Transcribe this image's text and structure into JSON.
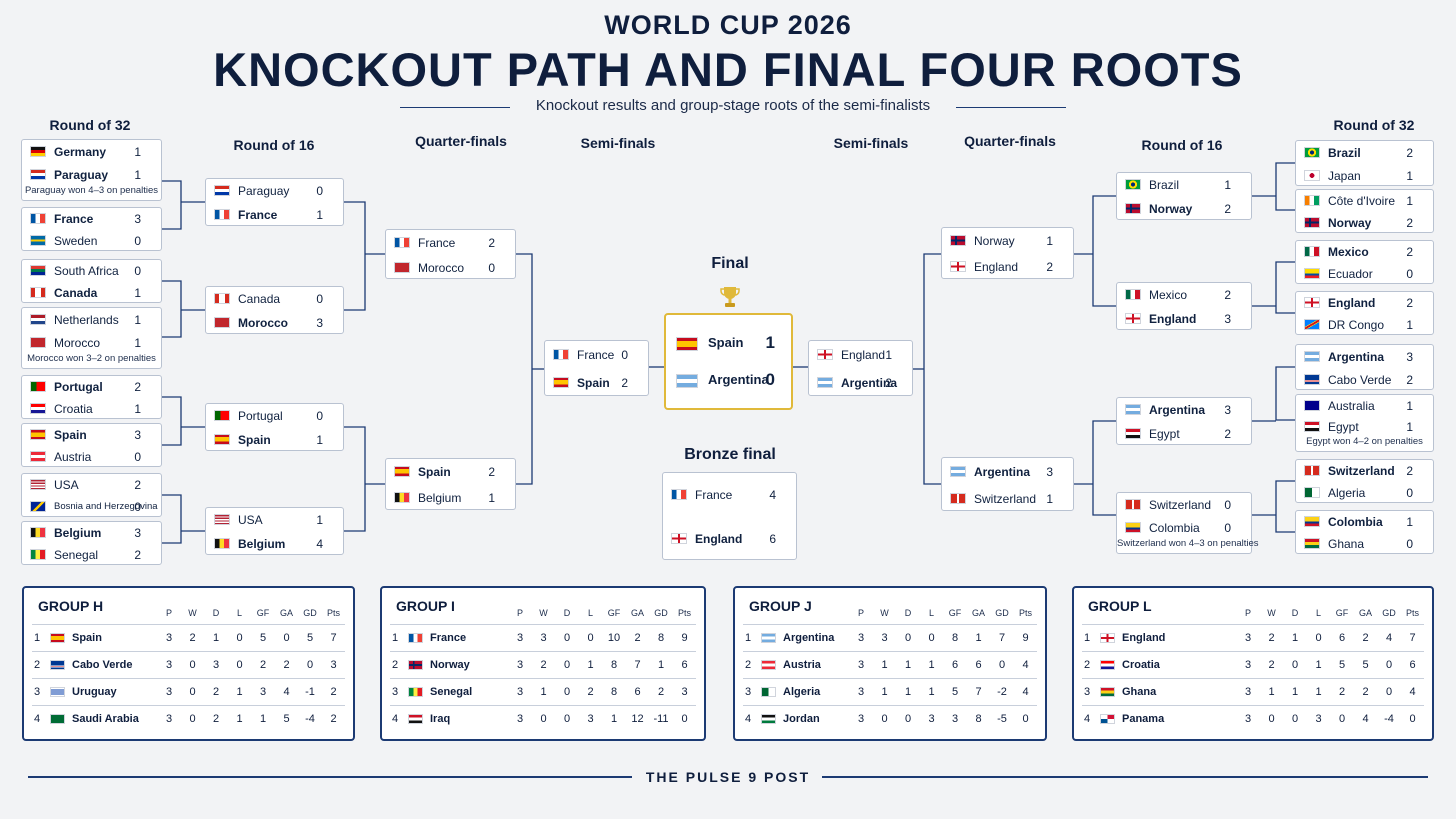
{
  "header": {
    "supertitle": "WORLD CUP 2026",
    "title": "KNOCKOUT PATH AND FINAL FOUR ROOTS",
    "subtitle": "Knockout results and group-stage roots of the semi-finalists"
  },
  "rounds": {
    "r32_left": "Round of 32",
    "r16_left": "Round of 16",
    "qf_left": "Quarter-finals",
    "sf_left": "Semi-finals",
    "sf_right": "Semi-finals",
    "qf_right": "Quarter-finals",
    "r16_right": "Round of 16",
    "r32_right": "Round of 32",
    "final": "Final",
    "bronze": "Bronze final"
  },
  "colors": {
    "navy": "#0f1e3d",
    "line": "#1c3a73",
    "gold": "#e0b93a"
  },
  "matches": [
    {
      "id": "l32a",
      "teams": [
        {
          "name": "Germany",
          "score": "1",
          "flag": "germany",
          "win": true
        },
        {
          "name": "Paraguay",
          "score": "1",
          "flag": "paraguay",
          "win": true
        }
      ],
      "note": "Paraguay won 4–3 on penalties"
    },
    {
      "id": "l32b",
      "teams": [
        {
          "name": "France",
          "score": "3",
          "flag": "france",
          "win": true
        },
        {
          "name": "Sweden",
          "score": "0",
          "flag": "sweden",
          "win": false
        }
      ]
    },
    {
      "id": "l32c",
      "teams": [
        {
          "name": "South Africa",
          "score": "0",
          "flag": "south-africa",
          "win": false
        },
        {
          "name": "Canada",
          "score": "1",
          "flag": "canada",
          "win": true
        }
      ]
    },
    {
      "id": "l32d",
      "teams": [
        {
          "name": "Netherlands",
          "score": "1",
          "flag": "netherlands",
          "win": false
        },
        {
          "name": "Morocco",
          "score": "1",
          "flag": "morocco",
          "win": false
        }
      ],
      "note": "Morocco won 3–2 on penalties"
    },
    {
      "id": "l32e",
      "teams": [
        {
          "name": "Portugal",
          "score": "2",
          "flag": "portugal",
          "win": true
        },
        {
          "name": "Croatia",
          "score": "1",
          "flag": "croatia",
          "win": false
        }
      ]
    },
    {
      "id": "l32f",
      "teams": [
        {
          "name": "Spain",
          "score": "3",
          "flag": "spain",
          "win": true
        },
        {
          "name": "Austria",
          "score": "0",
          "flag": "austria",
          "win": false
        }
      ]
    },
    {
      "id": "l32g",
      "teams": [
        {
          "name": "USA",
          "score": "2",
          "flag": "usa",
          "win": false
        },
        {
          "name": "Bosnia and Herzegovina",
          "score": "0",
          "flag": "bosnia",
          "win": false
        }
      ]
    },
    {
      "id": "l32h",
      "teams": [
        {
          "name": "Belgium",
          "score": "3",
          "flag": "belgium",
          "win": true
        },
        {
          "name": "Senegal",
          "score": "2",
          "flag": "senegal",
          "win": false
        }
      ]
    },
    {
      "id": "l16a",
      "teams": [
        {
          "name": "Paraguay",
          "score": "0",
          "flag": "paraguay",
          "win": false
        },
        {
          "name": "France",
          "score": "1",
          "flag": "france",
          "win": true
        }
      ]
    },
    {
      "id": "l16b",
      "teams": [
        {
          "name": "Canada",
          "score": "0",
          "flag": "canada",
          "win": false
        },
        {
          "name": "Morocco",
          "score": "3",
          "flag": "morocco",
          "win": true
        }
      ]
    },
    {
      "id": "l16c",
      "teams": [
        {
          "name": "Portugal",
          "score": "0",
          "flag": "portugal",
          "win": false
        },
        {
          "name": "Spain",
          "score": "1",
          "flag": "spain",
          "win": true
        }
      ]
    },
    {
      "id": "l16d",
      "teams": [
        {
          "name": "USA",
          "score": "1",
          "flag": "usa",
          "win": false
        },
        {
          "name": "Belgium",
          "score": "4",
          "flag": "belgium",
          "win": true
        }
      ]
    },
    {
      "id": "lqfa",
      "teams": [
        {
          "name": "France",
          "score": "2",
          "flag": "france",
          "win": false
        },
        {
          "name": "Morocco",
          "score": "0",
          "flag": "morocco",
          "win": false
        }
      ]
    },
    {
      "id": "lqfb",
      "teams": [
        {
          "name": "Spain",
          "score": "2",
          "flag": "spain",
          "win": true
        },
        {
          "name": "Belgium",
          "score": "1",
          "flag": "belgium",
          "win": false
        }
      ]
    },
    {
      "id": "lsf",
      "teams": [
        {
          "name": "France",
          "score": "0",
          "flag": "france",
          "win": false
        },
        {
          "name": "Spain",
          "score": "2",
          "flag": "spain",
          "win": true
        }
      ]
    },
    {
      "id": "rsf",
      "teams": [
        {
          "name": "England",
          "score": "1",
          "flag": "england",
          "win": false
        },
        {
          "name": "Argentina",
          "score": "2",
          "flag": "argentina",
          "win": true
        }
      ]
    },
    {
      "id": "rqfa",
      "teams": [
        {
          "name": "Norway",
          "score": "1",
          "flag": "norway",
          "win": false
        },
        {
          "name": "England",
          "score": "2",
          "flag": "england",
          "win": false
        }
      ]
    },
    {
      "id": "rqfb",
      "teams": [
        {
          "name": "Argentina",
          "score": "3",
          "flag": "argentina",
          "win": true
        },
        {
          "name": "Switzerland",
          "score": "1",
          "flag": "switzerland",
          "win": false
        }
      ]
    },
    {
      "id": "r16a",
      "teams": [
        {
          "name": "Brazil",
          "score": "1",
          "flag": "brazil",
          "win": false
        },
        {
          "name": "Norway",
          "score": "2",
          "flag": "norway",
          "win": true
        }
      ]
    },
    {
      "id": "r16b",
      "teams": [
        {
          "name": "Mexico",
          "score": "2",
          "flag": "mexico",
          "win": false
        },
        {
          "name": "England",
          "score": "3",
          "flag": "england",
          "win": true
        }
      ]
    },
    {
      "id": "r16c",
      "teams": [
        {
          "name": "Argentina",
          "score": "3",
          "flag": "argentina",
          "win": true
        },
        {
          "name": "Egypt",
          "score": "2",
          "flag": "egypt",
          "win": false
        }
      ]
    },
    {
      "id": "r16d",
      "teams": [
        {
          "name": "Switzerland",
          "score": "0",
          "flag": "switzerland",
          "win": false
        },
        {
          "name": "Colombia",
          "score": "0",
          "flag": "colombia",
          "win": false
        }
      ],
      "note": "Switzerland won 4–3 on penalties"
    },
    {
      "id": "r32a",
      "teams": [
        {
          "name": "Brazil",
          "score": "2",
          "flag": "brazil",
          "win": true
        },
        {
          "name": "Japan",
          "score": "1",
          "flag": "japan",
          "win": false
        }
      ]
    },
    {
      "id": "r32b",
      "teams": [
        {
          "name": "Côte d'Ivoire",
          "score": "1",
          "flag": "ivory-coast",
          "win": false
        },
        {
          "name": "Norway",
          "score": "2",
          "flag": "norway",
          "win": true
        }
      ]
    },
    {
      "id": "r32c",
      "teams": [
        {
          "name": "Mexico",
          "score": "2",
          "flag": "mexico",
          "win": true
        },
        {
          "name": "Ecuador",
          "score": "0",
          "flag": "ecuador",
          "win": false
        }
      ]
    },
    {
      "id": "r32d",
      "teams": [
        {
          "name": "England",
          "score": "2",
          "flag": "england",
          "win": true
        },
        {
          "name": "DR Congo",
          "score": "1",
          "flag": "dr-congo",
          "win": false
        }
      ]
    },
    {
      "id": "r32e",
      "teams": [
        {
          "name": "Argentina",
          "score": "3",
          "flag": "argentina",
          "win": true
        },
        {
          "name": "Cabo Verde",
          "score": "2",
          "flag": "cabo-verde",
          "win": false
        }
      ]
    },
    {
      "id": "r32f",
      "teams": [
        {
          "name": "Australia",
          "score": "1",
          "flag": "australia",
          "win": false
        },
        {
          "name": "Egypt",
          "score": "1",
          "flag": "egypt",
          "win": false
        }
      ],
      "note": "Egypt won 4–2 on penalties"
    },
    {
      "id": "r32g",
      "teams": [
        {
          "name": "Switzerland",
          "score": "2",
          "flag": "switzerland",
          "win": true
        },
        {
          "name": "Algeria",
          "score": "0",
          "flag": "algeria",
          "win": false
        }
      ]
    },
    {
      "id": "r32h",
      "teams": [
        {
          "name": "Colombia",
          "score": "1",
          "flag": "colombia",
          "win": true
        },
        {
          "name": "Ghana",
          "score": "0",
          "flag": "ghana",
          "win": false
        }
      ]
    },
    {
      "id": "bronze",
      "teams": [
        {
          "name": "France",
          "score": "4",
          "flag": "france",
          "win": false
        },
        {
          "name": "England",
          "score": "6",
          "flag": "england",
          "win": true
        }
      ]
    }
  ],
  "final": {
    "teams": [
      {
        "name": "Spain",
        "score": "1",
        "flag": "spain"
      },
      {
        "name": "Argentina",
        "score": "0",
        "flag": "argentina"
      }
    ]
  },
  "group_columns": [
    "P",
    "W",
    "D",
    "L",
    "GF",
    "GA",
    "GD",
    "Pts"
  ],
  "groups": [
    {
      "title": "GROUP H",
      "rows": [
        {
          "pos": "1",
          "name": "Spain",
          "flag": "spain",
          "stats": [
            "3",
            "2",
            "1",
            "0",
            "5",
            "0",
            "5",
            "7"
          ]
        },
        {
          "pos": "2",
          "name": "Cabo Verde",
          "flag": "cabo-verde",
          "stats": [
            "3",
            "0",
            "3",
            "0",
            "2",
            "2",
            "0",
            "3"
          ]
        },
        {
          "pos": "3",
          "name": "Uruguay",
          "flag": "uruguay",
          "stats": [
            "3",
            "0",
            "2",
            "1",
            "3",
            "4",
            "-1",
            "2"
          ]
        },
        {
          "pos": "4",
          "name": "Saudi Arabia",
          "flag": "saudi-arabia",
          "stats": [
            "3",
            "0",
            "2",
            "1",
            "1",
            "5",
            "-4",
            "2"
          ]
        }
      ]
    },
    {
      "title": "GROUP I",
      "rows": [
        {
          "pos": "1",
          "name": "France",
          "flag": "france",
          "stats": [
            "3",
            "3",
            "0",
            "0",
            "10",
            "2",
            "8",
            "9"
          ]
        },
        {
          "pos": "2",
          "name": "Norway",
          "flag": "norway",
          "stats": [
            "3",
            "2",
            "0",
            "1",
            "8",
            "7",
            "1",
            "6"
          ]
        },
        {
          "pos": "3",
          "name": "Senegal",
          "flag": "senegal",
          "stats": [
            "3",
            "1",
            "0",
            "2",
            "8",
            "6",
            "2",
            "3"
          ]
        },
        {
          "pos": "4",
          "name": "Iraq",
          "flag": "iraq",
          "stats": [
            "3",
            "0",
            "0",
            "3",
            "1",
            "12",
            "-11",
            "0"
          ]
        }
      ]
    },
    {
      "title": "GROUP J",
      "rows": [
        {
          "pos": "1",
          "name": "Argentina",
          "flag": "argentina",
          "stats": [
            "3",
            "3",
            "0",
            "0",
            "8",
            "1",
            "7",
            "9"
          ]
        },
        {
          "pos": "2",
          "name": "Austria",
          "flag": "austria",
          "stats": [
            "3",
            "1",
            "1",
            "1",
            "6",
            "6",
            "0",
            "4"
          ]
        },
        {
          "pos": "3",
          "name": "Algeria",
          "flag": "algeria",
          "stats": [
            "3",
            "1",
            "1",
            "1",
            "5",
            "7",
            "-2",
            "4"
          ]
        },
        {
          "pos": "4",
          "name": "Jordan",
          "flag": "jordan",
          "stats": [
            "3",
            "0",
            "0",
            "3",
            "3",
            "8",
            "-5",
            "0"
          ]
        }
      ]
    },
    {
      "title": "GROUP L",
      "rows": [
        {
          "pos": "1",
          "name": "England",
          "flag": "england",
          "stats": [
            "3",
            "2",
            "1",
            "0",
            "6",
            "2",
            "4",
            "7"
          ]
        },
        {
          "pos": "2",
          "name": "Croatia",
          "flag": "croatia",
          "stats": [
            "3",
            "2",
            "0",
            "1",
            "5",
            "5",
            "0",
            "6"
          ]
        },
        {
          "pos": "3",
          "name": "Ghana",
          "flag": "ghana",
          "stats": [
            "3",
            "1",
            "1",
            "1",
            "2",
            "2",
            "0",
            "4"
          ]
        },
        {
          "pos": "4",
          "name": "Panama",
          "flag": "panama",
          "stats": [
            "3",
            "0",
            "0",
            "3",
            "0",
            "4",
            "-4",
            "0"
          ]
        }
      ]
    }
  ],
  "footer": "THE PULSE 9 POST"
}
